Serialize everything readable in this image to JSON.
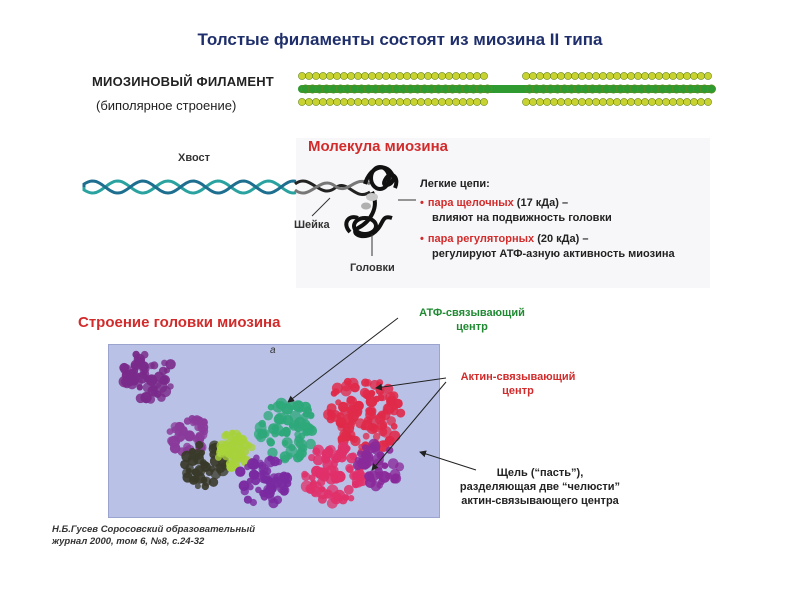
{
  "title": "Толстые филаменты состоят из миозина II типа",
  "filament": {
    "label": "МИОЗИНОВЫЙ ФИЛАМЕНТ",
    "sublabel": "(биполярное строение)"
  },
  "molecule": {
    "title": "Молекула миозина",
    "tail_label": "Хвост",
    "neck_label": "Шейка",
    "heads_label": "Головки",
    "light_chains_heading": "Легкие цепи:",
    "light_chains": [
      {
        "highlight": "пара щелочных",
        "rest": " (17 кДа) –",
        "line2": "влияют на подвижность  головки"
      },
      {
        "highlight": "пара регуляторных",
        "rest": " (20 кДа) –",
        "line2": "регулируют АТФ-азную активность миозина"
      }
    ]
  },
  "head_structure": {
    "title": "Строение головки миозина",
    "panel_letter": "а",
    "atp_site": {
      "line1": "АТФ-связывающий",
      "line2": "центр"
    },
    "actin_site": {
      "line1": "Актин-связывающий",
      "line2": "центр"
    },
    "cleft": {
      "line1": "Щель (“пасть”),",
      "line2": "разделяющая две “челюсти”",
      "line3": "актин-связывающего центра"
    }
  },
  "citation": {
    "line1": "Н.Б.Гусев Соросовский образовательный",
    "line2": "журнал 2000, том 6, №8, с.24-32"
  },
  "colors": {
    "title": "#1f2f6b",
    "accent_red": "#d22b2b",
    "accent_green": "#1f8a32",
    "filament_green": "#2f9a2f",
    "bead_yellow": "#c8d230",
    "helix_teal": "#2aa3a0"
  }
}
